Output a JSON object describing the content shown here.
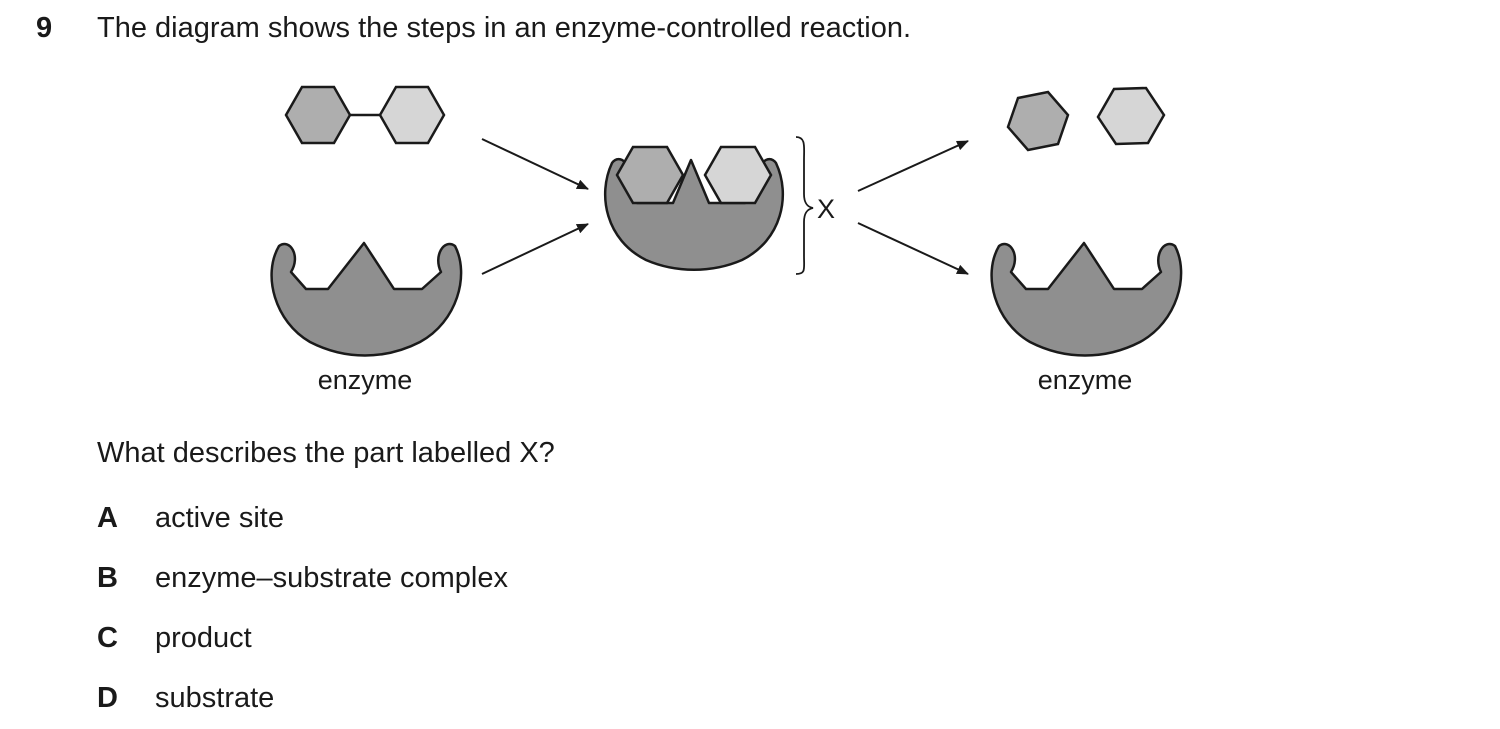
{
  "question": {
    "number": "9",
    "stem": "The diagram shows the steps in an enzyme-controlled reaction.",
    "prompt": "What describes the part labelled X?"
  },
  "diagram": {
    "left_enzyme_label": "enzyme",
    "right_enzyme_label": "enzyme",
    "complex_label": "X",
    "colors": {
      "enzyme_fill": "#8f8f8f",
      "substrate_dark_fill": "#aeaeae",
      "substrate_light_fill": "#d6d6d6",
      "stroke": "#1a1a1a"
    }
  },
  "options": [
    {
      "letter": "A",
      "text": "active site"
    },
    {
      "letter": "B",
      "text": "enzyme–substrate complex"
    },
    {
      "letter": "C",
      "text": "product"
    },
    {
      "letter": "D",
      "text": "substrate"
    }
  ]
}
